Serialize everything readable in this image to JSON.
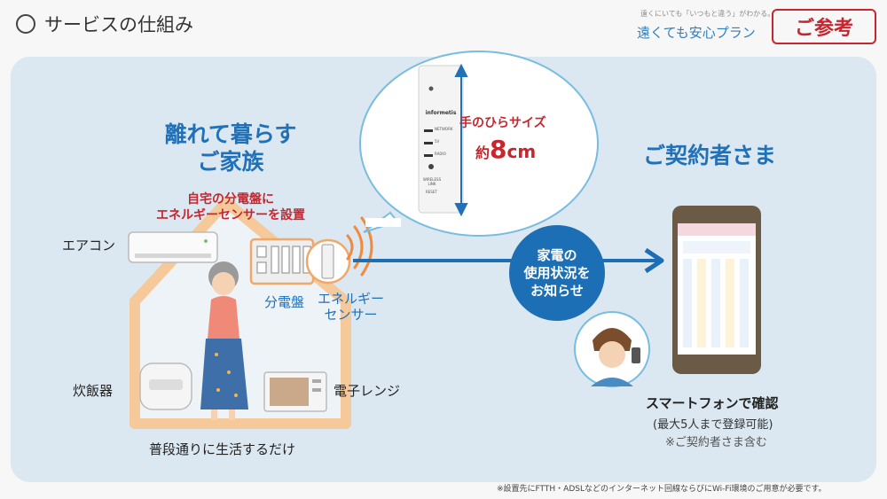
{
  "header": {
    "title": "サービスの仕組み",
    "logo_tagline": "遠くにいても「いつもと違う」がわかる。",
    "logo_name": "遠くても安心プラン",
    "reference_badge": "ご参考"
  },
  "family": {
    "title_line1": "離れて暮らす",
    "title_line2": "ご家族",
    "install_note_line1": "自宅の分電盤に",
    "install_note_line2": "エネルギーセンサーを設置",
    "appliance_ac": "エアコン",
    "appliance_rice_cooker": "炊飯器",
    "appliance_microwave": "電子レンジ",
    "distribution_board": "分電盤",
    "sensor_line1": "エネルギー",
    "sensor_line2": "センサー",
    "daily_note": "普段通りに生活するだけ"
  },
  "device_bubble": {
    "size_label": "手のひらサイズ",
    "size_prefix": "約",
    "size_number": "8",
    "size_unit": "cm",
    "device_brand": "informetis",
    "port_labels": [
      "NETWORK",
      "5V",
      "RADIO",
      "WIRELESS LINK",
      "RESET"
    ]
  },
  "notify": {
    "line1": "家電の",
    "line2": "使用状況を",
    "line3": "お知らせ"
  },
  "contractor": {
    "title": "ご契約者さま",
    "phone_label": "スマートフォンで確認",
    "sub1": "(最大5人まで登録可能)",
    "sub2": "※ご契約者さま含む"
  },
  "footnote": "※設置先にFTTH・ADSLなどのインターネット回線ならびにWi-Fi環境のご用意が必要です。",
  "colors": {
    "accent_blue": "#2071b8",
    "accent_red": "#c8262e",
    "panel_bg": "#dbe7f1",
    "house_orange": "#f6c99a"
  }
}
